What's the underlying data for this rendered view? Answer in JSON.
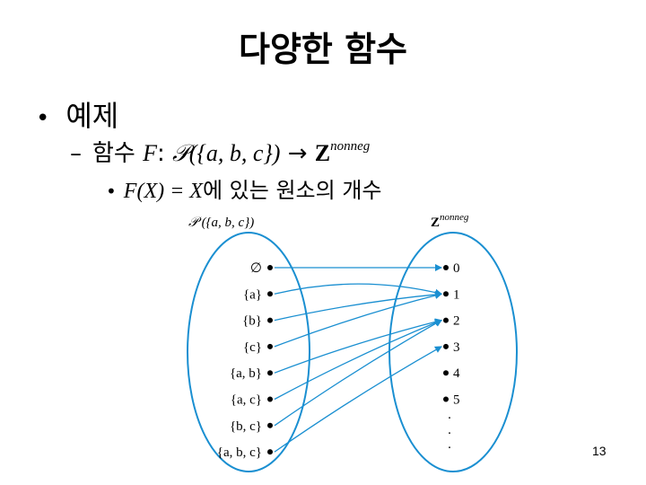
{
  "title": "다양한 함수",
  "bullet1": {
    "marker": "•",
    "text": "예제"
  },
  "bullet2": {
    "marker": "–",
    "prefix": "함수 ",
    "func": "F",
    "colon": ": ",
    "domain": "𝒫({a, b, c})",
    "arrow": "→",
    "codomain": "Z",
    "codomain_sup": "nonneg"
  },
  "bullet3": {
    "marker": "•",
    "lhs": "F(X) = X",
    "text": "에 있는 원소의 개수"
  },
  "diagram": {
    "domain_title": "𝒫 ({a, b, c})",
    "codomain_title": "Z",
    "codomain_title_sup": "nonneg",
    "domain_elements": [
      "∅",
      "{a}",
      "{b}",
      "{c}",
      "{a, b}",
      "{a, c}",
      "{b, c}",
      "{a, b, c}"
    ],
    "codomain_elements": [
      "0",
      "1",
      "2",
      "3",
      "4",
      "5"
    ],
    "ellipsis": "·",
    "mapping": [
      0,
      1,
      1,
      1,
      2,
      2,
      2,
      3
    ],
    "colors": {
      "ellipse": "#1a8fd1",
      "arrow": "#1a8fd1"
    }
  },
  "page_number": "13"
}
